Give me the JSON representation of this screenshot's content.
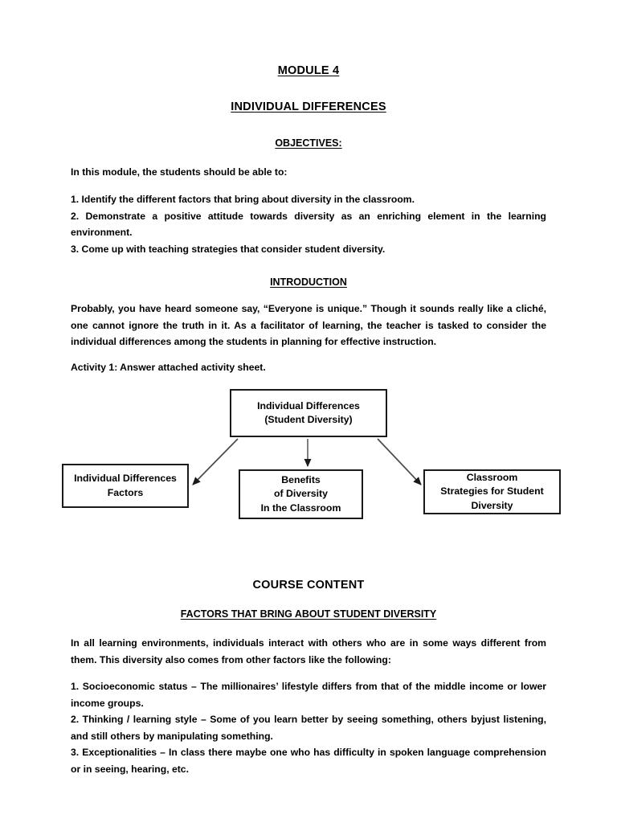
{
  "document": {
    "module_title": "MODULE 4",
    "lesson_title": "INDIVIDUAL DIFFERENCES",
    "objectives_heading": "OBJECTIVES:",
    "objectives_intro": "In this module, the students should be able to:",
    "objectives": [
      "1. Identify the different factors that bring about diversity in the classroom.",
      "2. Demonstrate a positive attitude towards diversity as an enriching element in the learning environment.",
      "3. Come up with teaching strategies that consider student diversity."
    ],
    "introduction_heading": "INTRODUCTION",
    "introduction_paragraph": "Probably, you have heard someone say, “Everyone is unique.” Though it sounds really like a cliché, one cannot ignore the truth in it. As a facilitator of learning, the teacher is tasked to consider the individual differences among the students in planning for effective instruction.",
    "activity_label": "Activity 1:",
    "activity_text": " Answer attached activity sheet.",
    "course_content_heading": "COURSE CONTENT",
    "factors_heading": "FACTORS THAT BRING ABOUT STUDENT DIVERSITY",
    "factors_intro": "In all learning environments, individuals interact with others who are in some ways different from them. This diversity also comes from other factors like the following:",
    "factors": [
      {
        "number": "1. ",
        "term": "Socioeconomic status",
        "description": " – The millionaires’ lifestyle differs from that of the middle income or lower income groups."
      },
      {
        "number": "2. ",
        "term": "Thinking / learning style",
        "description": " – Some of you learn better by seeing something, others byjust listening, and still others by manipulating something."
      },
      {
        "number": "3. ",
        "term": "Exceptionalities",
        "description": " – In class there maybe one who has difficulty in spoken language comprehension or in seeing, hearing, etc."
      }
    ],
    "diagram": {
      "root": {
        "line1": "Individual Differences",
        "line2": "(Student Diversity)"
      },
      "left": {
        "line1": "Individual Differences",
        "line2": "Factors"
      },
      "middle": {
        "line1": "Benefits",
        "line2": "of Diversity",
        "line3": "In the Classroom"
      },
      "right": {
        "line1": "Classroom",
        "line2": "Strategies for Student",
        "line3": "Diversity"
      }
    },
    "colors": {
      "text": "#000000",
      "page_background": "#ffffff",
      "box_border": "#1a1a1a",
      "connector": "#3a3a3a"
    }
  }
}
